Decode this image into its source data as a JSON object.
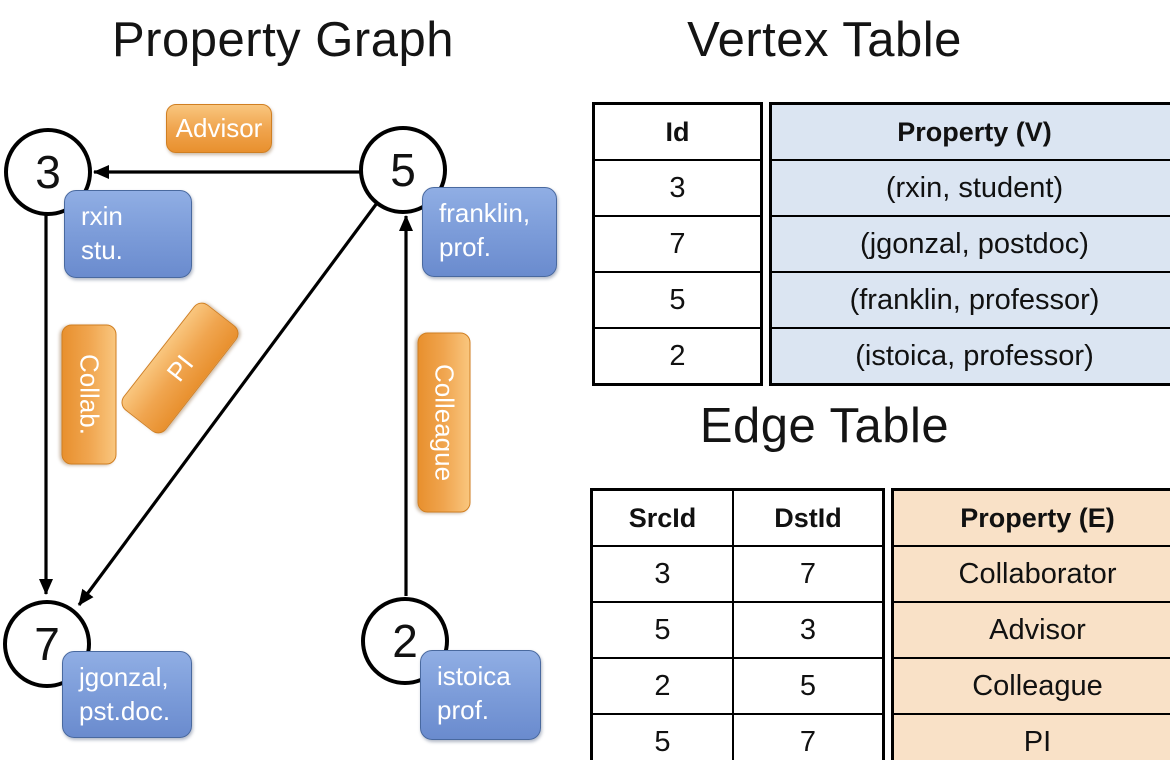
{
  "graph": {
    "title": "Property Graph",
    "nodes": [
      {
        "id": "3",
        "label_lines": [
          "rxin",
          "stu."
        ]
      },
      {
        "id": "5",
        "label_lines": [
          "franklin,",
          "prof."
        ]
      },
      {
        "id": "7",
        "label_lines": [
          "jgonzal,",
          "pst.doc."
        ]
      },
      {
        "id": "2",
        "label_lines": [
          "istoica",
          "prof."
        ]
      }
    ],
    "edges": [
      {
        "from": "5",
        "to": "3",
        "label": "Advisor"
      },
      {
        "from": "3",
        "to": "7",
        "label": "Collab."
      },
      {
        "from": "5",
        "to": "7",
        "label": "PI"
      },
      {
        "from": "2",
        "to": "5",
        "label": "Colleague"
      }
    ]
  },
  "vertex_table": {
    "title": "Vertex Table",
    "columns": [
      "Id",
      "Property (V)"
    ],
    "rows": [
      [
        "3",
        "(rxin, student)"
      ],
      [
        "7",
        "(jgonzal, postdoc)"
      ],
      [
        "5",
        "(franklin, professor)"
      ],
      [
        "2",
        "(istoica, professor)"
      ]
    ]
  },
  "edge_table": {
    "title": "Edge Table",
    "columns": [
      "SrcId",
      "DstId",
      "Property (E)"
    ],
    "rows": [
      [
        "3",
        "7",
        "Collaborator"
      ],
      [
        "5",
        "3",
        "Advisor"
      ],
      [
        "2",
        "5",
        "Colleague"
      ],
      [
        "5",
        "7",
        "PI"
      ]
    ]
  },
  "colors": {
    "edge_label_orange": "#F0A54F",
    "vertex_label_blue": "#7C9CD9",
    "vertex_table_fill": "#DBE5F2",
    "edge_table_fill": "#F9E1C7",
    "line_black": "#000000"
  }
}
